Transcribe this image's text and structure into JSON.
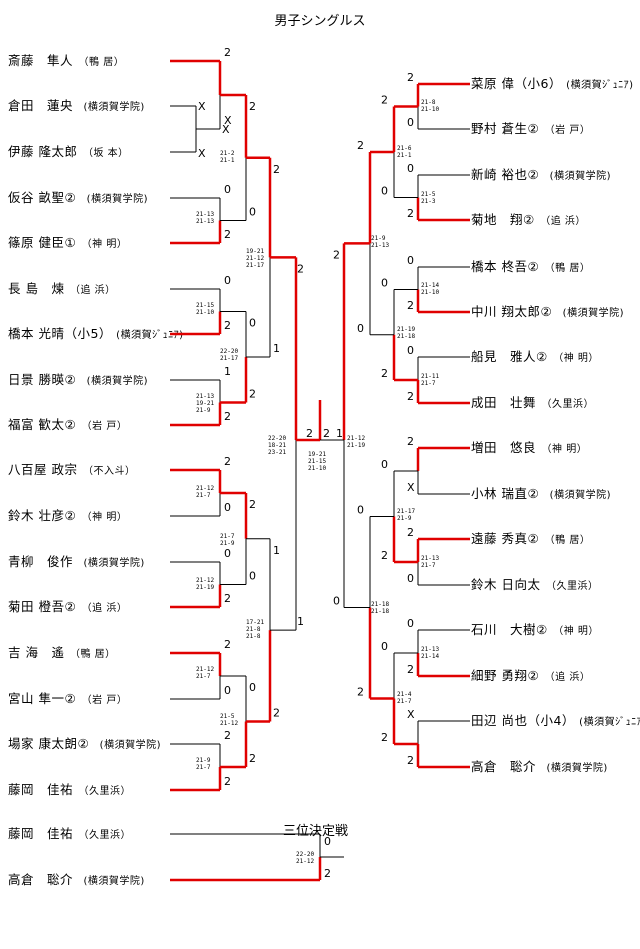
{
  "title": "男子シングルス",
  "left_players": [
    {
      "name": "斎藤　隼人",
      "club": "（鴨 居）"
    },
    {
      "name": "倉田　蓮央",
      "club": "(横須賀学院)"
    },
    {
      "name": "伊藤 隆太郎",
      "club": "（坂 本）"
    },
    {
      "name": "仮谷 畝聖②",
      "club": "(横須賀学院)"
    },
    {
      "name": "篠原 健臣①",
      "club": "（神 明）"
    },
    {
      "name": "長 島　煉",
      "club": "（追 浜）"
    },
    {
      "name": "橋本 光晴（小5）",
      "club": "(横須賀ｼﾞｭﾆｱ)"
    },
    {
      "name": "日景 勝暎②",
      "club": "(横須賀学院)"
    },
    {
      "name": "福富 歓太②",
      "club": "（岩 戸）"
    },
    {
      "name": "八百屋 政宗",
      "club": "（不入斗）"
    },
    {
      "name": "鈴木 壮彦②",
      "club": "（神 明）"
    },
    {
      "name": "青柳　俊作",
      "club": "(横須賀学院)"
    },
    {
      "name": "菊田 橙吾②",
      "club": "（追 浜）"
    },
    {
      "name": "吉 海　遙",
      "club": "（鴨 居）"
    },
    {
      "name": "宮山 隼一②",
      "club": "（岩 戸）"
    },
    {
      "name": "場家 康太朗②",
      "club": "(横須賀学院)"
    },
    {
      "name": "藤岡　佳祐",
      "club": "（久里浜）"
    }
  ],
  "right_players": [
    {
      "name": "菜原 偉（小6）",
      "club": "(横須賀ｼﾞｭﾆｱ)"
    },
    {
      "name": "野村 蒼生②",
      "club": "（岩 戸）"
    },
    {
      "name": "新崎 裕也②",
      "club": "(横須賀学院)"
    },
    {
      "name": "菊地　翔②",
      "club": "（追 浜）"
    },
    {
      "name": "橋本 柊吾②",
      "club": "（鴨 居）"
    },
    {
      "name": "中川 翔太郎②",
      "club": "(横須賀学院)"
    },
    {
      "name": "船見　雅人②",
      "club": "（神 明）"
    },
    {
      "name": "成田　壮舞",
      "club": "（久里浜）"
    },
    {
      "name": "増田　悠良",
      "club": "（神 明）"
    },
    {
      "name": "小林 瑞直②",
      "club": "(横須賀学院)"
    },
    {
      "name": "遠藤 秀真②",
      "club": "（鴨 居）"
    },
    {
      "name": "鈴木 日向太",
      "club": "（久里浜）"
    },
    {
      "name": "石川　大樹②",
      "club": "（神 明）"
    },
    {
      "name": "細野 勇翔②",
      "club": "（追 浜）"
    },
    {
      "name": "田辺 尚也（小4）",
      "club": "(横須賀ｼﾞｭﾆｱ)"
    },
    {
      "name": "高倉　聡介",
      "club": "(横須賀学院)"
    }
  ],
  "third_place": {
    "label": "三位決定戦",
    "players": [
      {
        "name": "藤岡　佳祐",
        "club": "（久里浜）"
      },
      {
        "name": "高倉　聡介",
        "club": "(横須賀学院)"
      }
    ],
    "results": [
      "0",
      "2"
    ],
    "score": "22-20 / 21-12"
  },
  "results": {
    "left": {
      "r1": [
        "2",
        "X",
        "X",
        "0",
        "2",
        "0",
        "2",
        "1",
        "2",
        "2",
        "0",
        "0",
        "2",
        "2",
        "0",
        "2",
        "2"
      ],
      "r2": [
        "2",
        "0",
        "0",
        "2",
        "2",
        "0",
        "0",
        "2"
      ],
      "r3": [
        "2",
        "1",
        "1",
        "2"
      ],
      "r4": [
        "2",
        "1"
      ],
      "semi": "2"
    },
    "right": {
      "r1": [
        "2",
        "0",
        "0",
        "2",
        "0",
        "2",
        "0",
        "2",
        "2",
        "X",
        "2",
        "0",
        "0",
        "2",
        "X",
        "2"
      ],
      "r2": [
        "2",
        "0",
        "0",
        "2",
        "0",
        "2",
        "0",
        "2"
      ],
      "r3": [
        "2",
        "0",
        "0",
        "2"
      ],
      "r4": [
        "2",
        "0"
      ],
      "semi": "1"
    },
    "final": "2"
  },
  "scores": {
    "left_r1": [
      "21-13 / 21-13",
      "21-15 / 21-10",
      "21-13 / 19-21 / 21-9",
      "21-12 / 21-7",
      "21-12 / 21-19",
      "21-12 / 21-7",
      "21-9 / 21-7"
    ],
    "left_r2": [
      "21-2 / 21-1",
      "22-20 / 21-17",
      "21-7 / 21-9",
      "21-5 / 21-12"
    ],
    "left_r3": [
      "19-21 / 21-12 / 21-17",
      "17-21 / 21-8 / 21-8"
    ],
    "left_semi": "22-20 / 18-21 / 23-21",
    "final": "19-21 / 21-15 / 21-10",
    "right_semi": "21-12 / 21-19",
    "right_r3": [
      "21-9 / 21-13",
      "21-18 / 21-18"
    ],
    "right_r2": [
      "21-6 / 21-1",
      "21-19 / 21-18",
      "21-17 / 21-9",
      "21-4 / 21-7"
    ],
    "right_r1": [
      "21-8 / 21-10",
      "21-5 / 21-3",
      "21-14 / 21-10",
      "21-11 / 21-7",
      "21-13 / 21-7",
      "21-13 / 21-14"
    ]
  }
}
